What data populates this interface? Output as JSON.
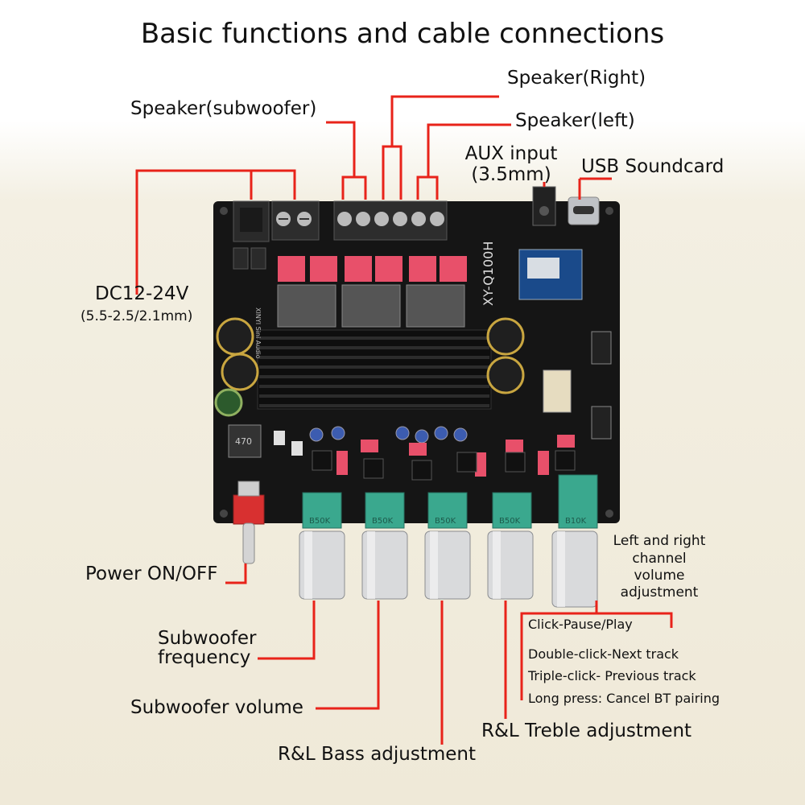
{
  "title": "Basic functions and cable connections",
  "labels": {
    "speaker_right": "Speaker(Right)",
    "speaker_subwoofer": "Speaker(subwoofer)",
    "speaker_left": "Speaker(left)",
    "aux_input_line1": "AUX input",
    "aux_input_line2": "(3.5mm)",
    "usb_soundcard": "USB Soundcard",
    "dc_power": "DC12-24V",
    "dc_plug": "(5.5-2.5/2.1mm)",
    "power_switch": "Power ON/OFF",
    "sub_freq_line1": "Subwoofer",
    "sub_freq_line2": "frequency",
    "sub_volume": "Subwoofer volume",
    "bass": "R&L Bass adjustment",
    "treble": "R&L Treble adjustment",
    "volume_line1": "Left and right",
    "volume_line2": "channel",
    "volume_line3": "volume",
    "volume_line4": "adjustment"
  },
  "knob_functions": [
    "Click-Pause/Play",
    "Double-click-Next track",
    "Triple-click- Previous track",
    "Long press: Cancel BT pairing"
  ],
  "board": {
    "model": "XY-Q100H",
    "brand": "XINYI Sini Audio",
    "pot_values": [
      "B50K",
      "B50K",
      "B50K",
      "B50K",
      "B10K"
    ],
    "inductor_value": "470"
  },
  "colors": {
    "pointer_line": "#e8231a",
    "pcb": "#151515",
    "terminal_block": "#2a2a2a",
    "relay_pink": "#e8506a",
    "pot_teal": "#3aa88e",
    "knob_silver": "#d9dadc"
  }
}
